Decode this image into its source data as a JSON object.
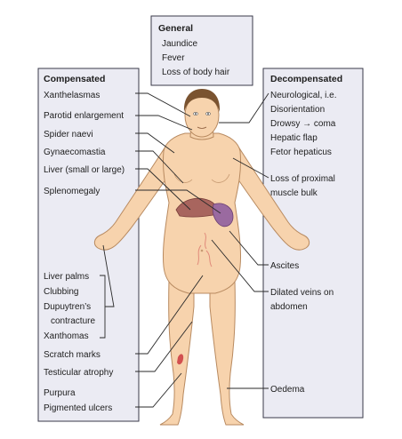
{
  "colors": {
    "panel_fill": "#ebebf3",
    "panel_border": "#3a3a4a",
    "skin": "#f7d3ad",
    "skin_outline": "#b88a60",
    "hair": "#7a5330",
    "liver": "#a8655e",
    "spleen": "#9a6aa0",
    "veins": "#e08a7a",
    "ulcer": "#d25050"
  },
  "icons": [
    "body-figure",
    "liver-organ",
    "spleen-organ",
    "dilated-veins",
    "pigmented-ulcer"
  ],
  "general": {
    "title": "General",
    "items": [
      "Jaundice",
      "Fever",
      "Loss of body hair"
    ]
  },
  "compensated": {
    "title": "Compensated",
    "items": [
      "Xanthelasmas",
      "Parotid enlargement",
      "Spider naevi",
      "Gynaecomastia",
      "Liver (small or large)",
      "Splenomegaly",
      "Liver palms",
      "Clubbing",
      "Dupuytren’s",
      "contracture",
      "Xanthomas",
      "Scratch marks",
      "Testicular atrophy",
      "Purpura",
      "Pigmented ulcers"
    ]
  },
  "decompensated": {
    "title": "Decompensated",
    "items": [
      "Neurological, i.e.",
      "Disorientation",
      "Drowsy → coma",
      "Hepatic flap",
      "Fetor hepaticus",
      "Loss of proximal",
      "muscle bulk",
      "Ascites",
      "Dilated veins on",
      "abdomen",
      "Oedema"
    ]
  }
}
